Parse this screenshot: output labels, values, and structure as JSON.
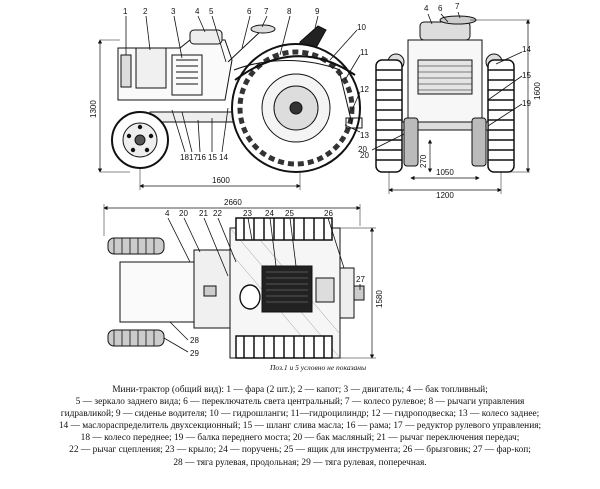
{
  "side_view": {
    "callouts": [
      "1",
      "2",
      "3",
      "4",
      "5",
      "6",
      "7",
      "8",
      "9",
      "10",
      "11",
      "12",
      "13",
      "18",
      "17",
      "16",
      "15",
      "14",
      "20"
    ],
    "dim_height": "1300",
    "dim_length": "1600"
  },
  "front_view": {
    "callouts": [
      "4",
      "6",
      "7",
      "14",
      "15",
      "19",
      "20"
    ],
    "dim_height": "1600",
    "dim_clearance": "270",
    "dim_track": "1050",
    "dim_width": "1200"
  },
  "top_view": {
    "callouts": [
      "4",
      "20",
      "21",
      "22",
      "23",
      "24",
      "25",
      "26",
      "27",
      "28",
      "29"
    ],
    "dim_length": "2660",
    "dim_width": "1580",
    "note": "Поз.1 и 5 условно не показаны"
  },
  "caption": {
    "lines": [
      "Мини-трактор (общий вид): 1 — фара (2 шт.); 2 — капот; 3 — двигатель; 4 — бак топливный;",
      "5 — зеркало заднего вида; 6 — переключатель света центральный; 7 — колесо рулевое; 8 — рычаги управления",
      "гидравликой; 9 — сиденье водителя; 10 — гидрошланги; 11—гидроцилиндр; 12 — гидроподвеска; 13 — колесо заднее;",
      "14 — маслораспределитель двухсекционный; 15 — шланг слива масла; 16 — рама; 17 — редуктор рулевого управления;",
      "18 — колесо переднее; 19 — балка переднего моста; 20 — бак масляный; 21 — рычаг переключения передач;",
      "22 — рычаг сцепления; 23 — крыло; 24 — поручень; 25 — ящик для инструмента; 26 — брызговик; 27 — фар-коп;",
      "28 — тяга рулевая, продольная; 29 — тяга рулевая, поперечная."
    ]
  }
}
